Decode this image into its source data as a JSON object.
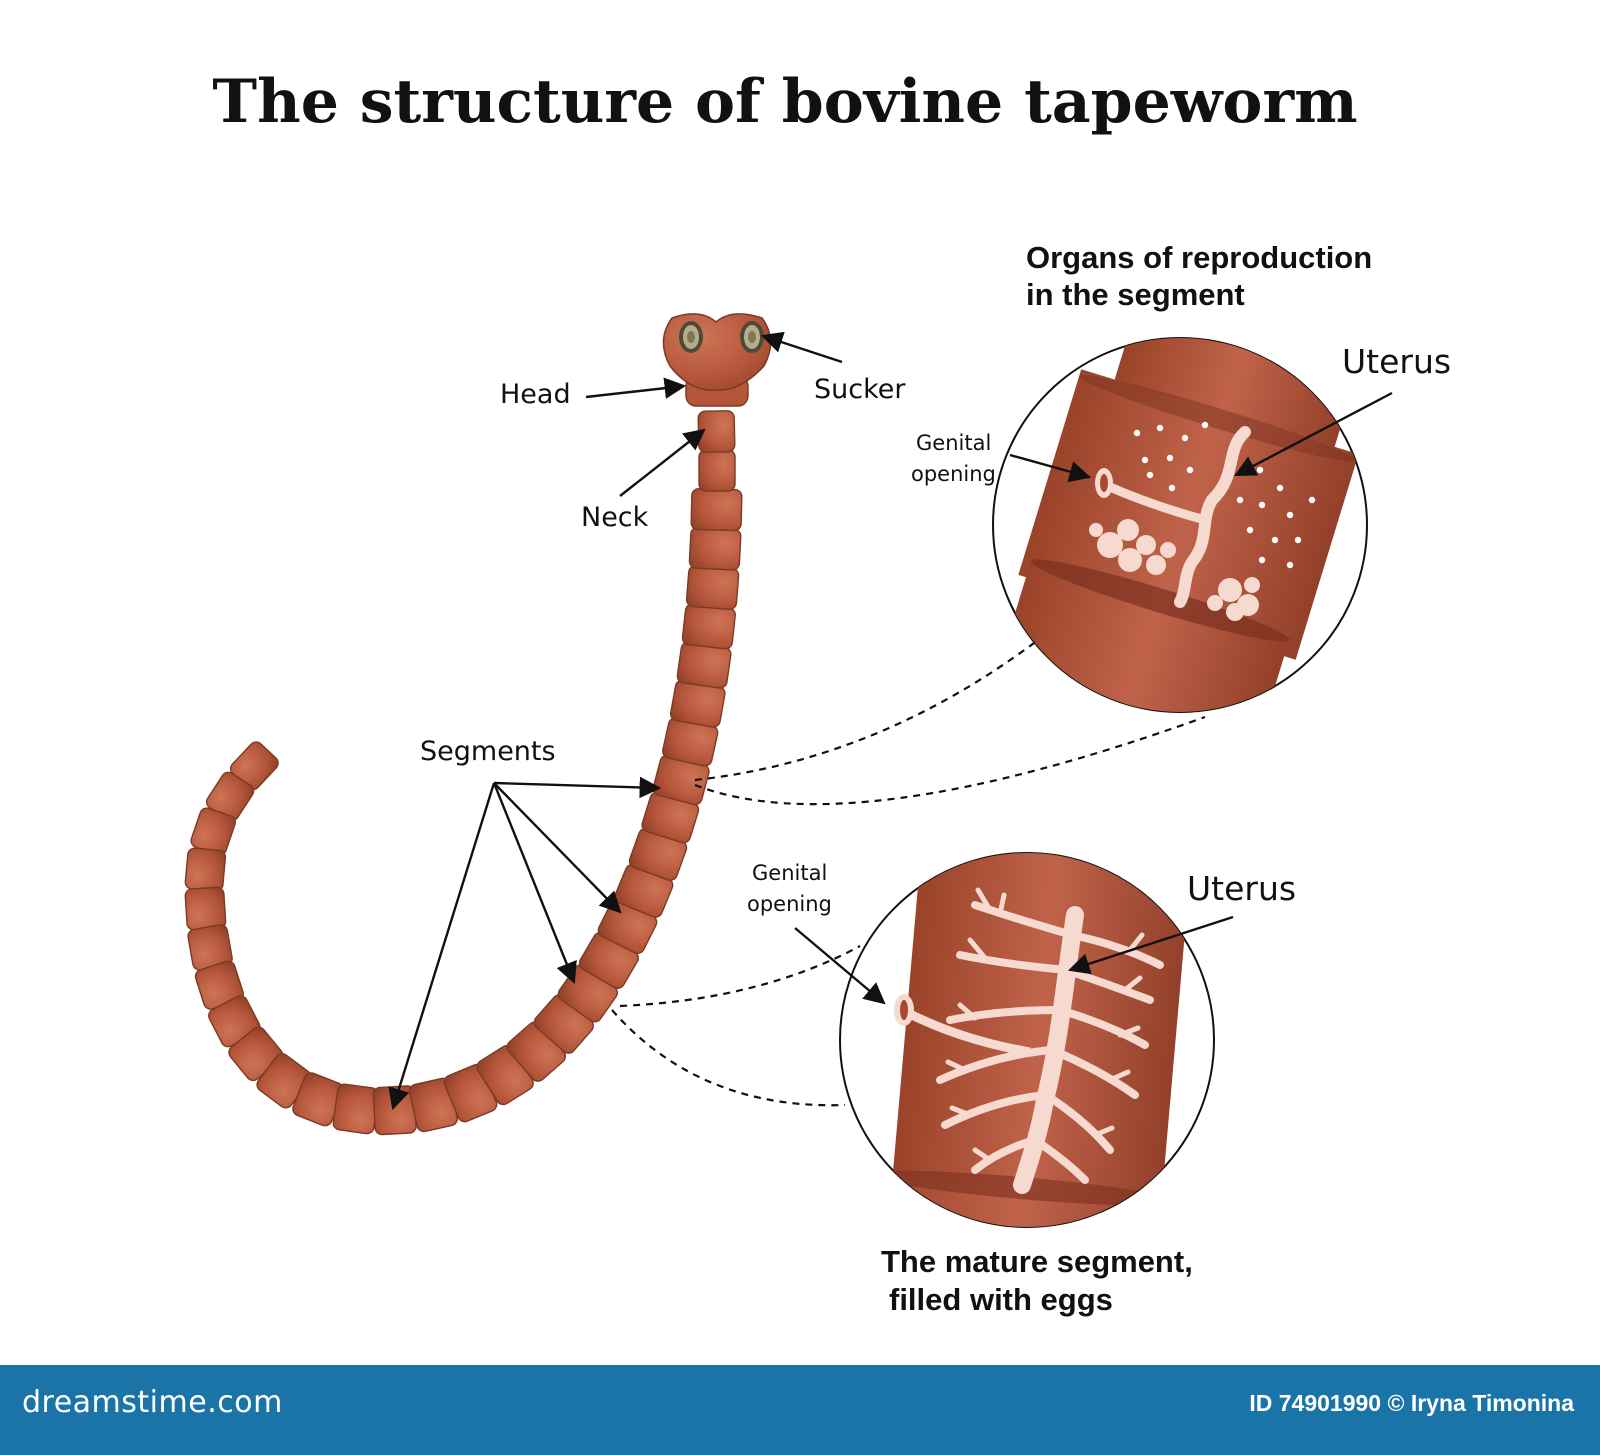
{
  "title": "The structure of bovine tapeworm",
  "labels": {
    "head": "Head",
    "sucker": "Sucker",
    "neck": "Neck",
    "segments": "Segments"
  },
  "inset_top": {
    "heading_line1": "Organs of reproduction",
    "heading_line2": "in the segment",
    "uterus": "Uterus",
    "genital_line1": "Genital",
    "genital_line2": "opening"
  },
  "inset_bottom": {
    "uterus": "Uterus",
    "genital_line1": "Genital",
    "genital_line2": "opening",
    "caption_line1": "The mature segment,",
    "caption_line2": "filled with eggs"
  },
  "footer": {
    "brand": "dreamstime.com",
    "credit": "ID 74901990 © Iryna Timonina"
  },
  "colors": {
    "body": "#b5563a",
    "body_dark": "#8e4029",
    "organ": "#f6d9cf",
    "footer": "#1b74a8"
  }
}
